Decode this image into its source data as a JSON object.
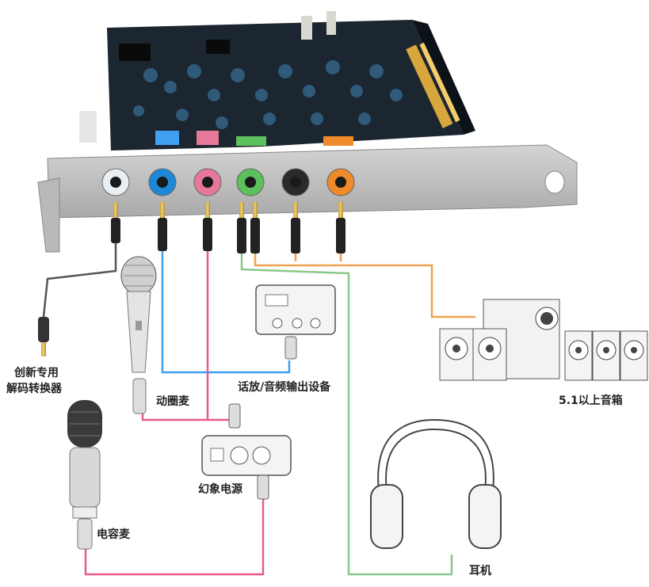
{
  "labels": {
    "decoder": [
      "创新专用",
      "解码转换器"
    ],
    "dynamic_mic": "动圈麦",
    "amp_device": "话放/音频输出设备",
    "speakers": "5.1以上音箱",
    "phantom_power": "幻象电源",
    "condenser_mic": "电容麦",
    "headphones": "耳机"
  },
  "jacks": [
    {
      "id": "white",
      "color": "#e8eef2"
    },
    {
      "id": "blue",
      "color": "#1e88d6"
    },
    {
      "id": "pink",
      "color": "#e8789a"
    },
    {
      "id": "green",
      "color": "#5cc05c"
    },
    {
      "id": "black",
      "color": "#2a2a2a"
    },
    {
      "id": "orange",
      "color": "#ee8a2a"
    }
  ],
  "cable_colors": {
    "gray": "#555555",
    "blue": "#3ea0ee",
    "pink": "#e85a8a",
    "green": "#8cc88c",
    "orange": "#f0a050"
  }
}
